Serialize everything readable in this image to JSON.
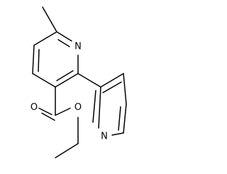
{
  "molecule": {
    "atoms": {
      "n_methylpyridine": "N",
      "n_pyridyl": "N",
      "o_carbonyl": "O",
      "o_ester": "O"
    }
  }
}
